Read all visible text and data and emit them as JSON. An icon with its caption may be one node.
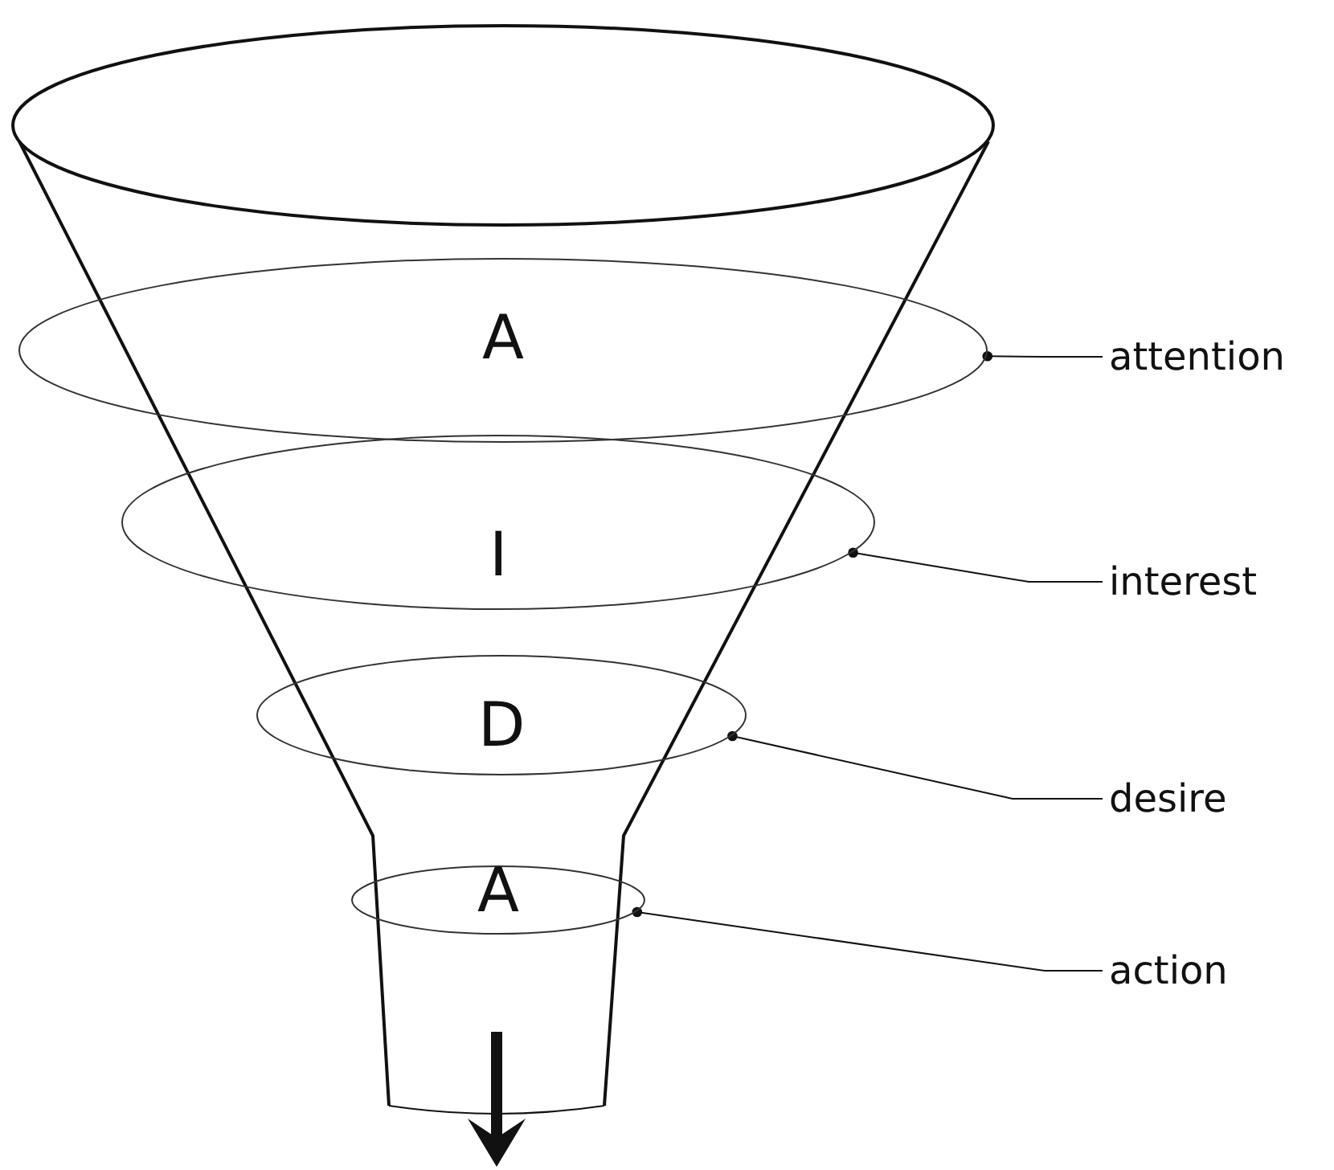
{
  "diagram": {
    "nodes": [
      {
        "text": [
          "A"
        ]
      },
      {
        "text": [
          "I"
        ]
      },
      {
        "text": [
          "D"
        ]
      },
      {
        "text": [
          "A"
        ]
      },
      {
        "text": [
          "attention"
        ]
      },
      {
        "text": [
          "interest"
        ]
      },
      {
        "text": [
          "desire"
        ]
      },
      {
        "text": [
          "action"
        ]
      }
    ],
    "edges": [
      {
        "from": 4,
        "to": 0,
        "arrow": "other"
      },
      {
        "from": 5,
        "to": 1,
        "arrow": "other"
      },
      {
        "from": 6,
        "to": 2,
        "arrow": "other"
      },
      {
        "from": 7,
        "to": 3,
        "arrow": "other"
      }
    ]
  }
}
